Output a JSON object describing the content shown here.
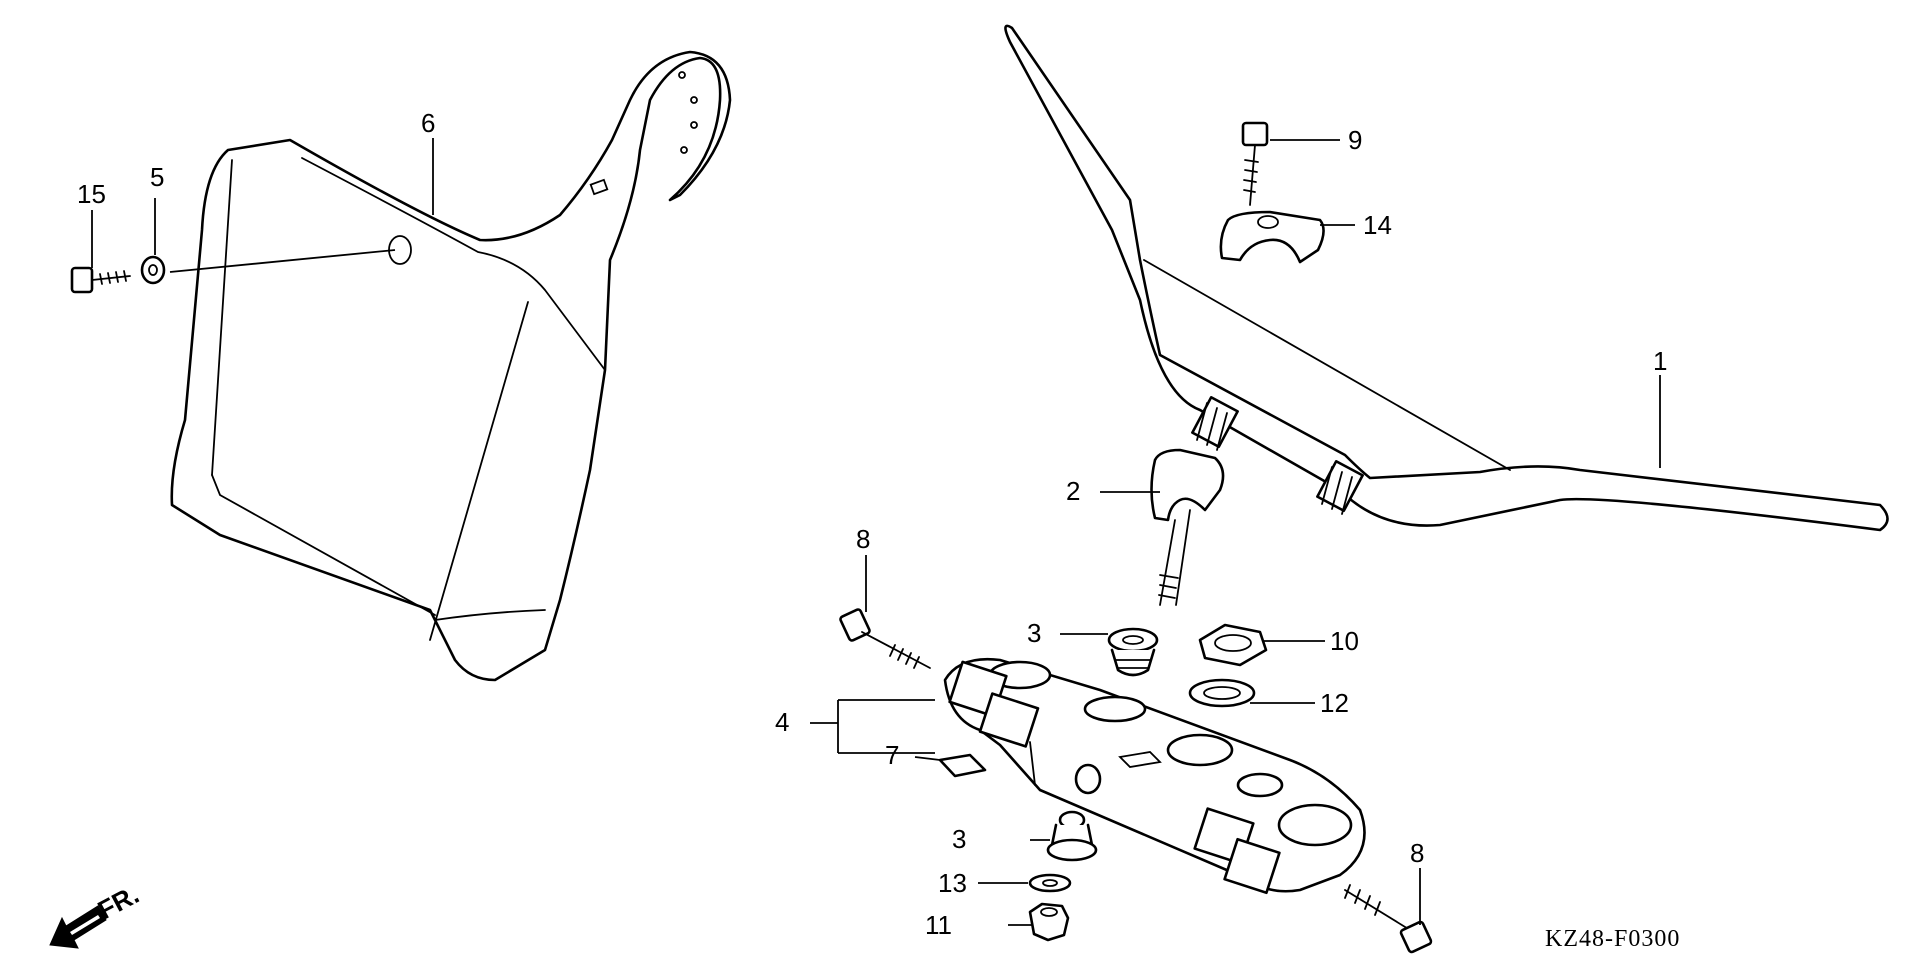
{
  "diagram_code": "KZ48-F0300",
  "direction_label": "FR.",
  "callouts": {
    "c1": "1",
    "c2": "2",
    "c3a": "3",
    "c3b": "3",
    "c4": "4",
    "c5": "5",
    "c6": "6",
    "c7": "7",
    "c8a": "8",
    "c8b": "8",
    "c9": "9",
    "c10": "10",
    "c11": "11",
    "c12": "12",
    "c13": "13",
    "c14": "14",
    "c15": "15"
  },
  "icons": {
    "direction": "front-arrow-icon"
  }
}
